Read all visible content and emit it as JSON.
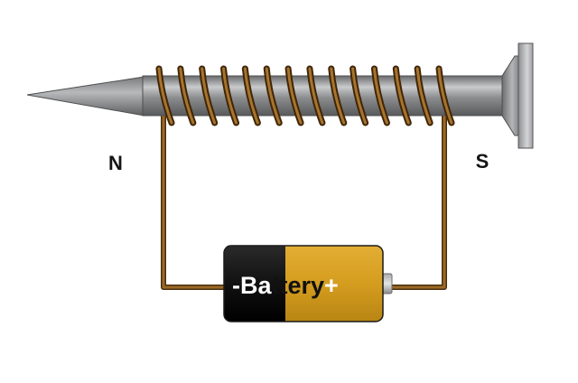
{
  "labels": {
    "north_pole": "N",
    "south_pole": "S"
  },
  "battery": {
    "negative_sign": "-",
    "name": "Battery",
    "positive_sign": "+"
  },
  "coil": {
    "turns": 14
  },
  "colors": {
    "nail_dark": "#5e5f60",
    "nail_mid": "#9a9b9d",
    "nail_light": "#cfd0d2",
    "wire": "#8a5a1e",
    "wire_dark": "#4a2e0c",
    "battery_negative": "#121212",
    "battery_positive": "#d8a021",
    "label_text": "#141414"
  }
}
